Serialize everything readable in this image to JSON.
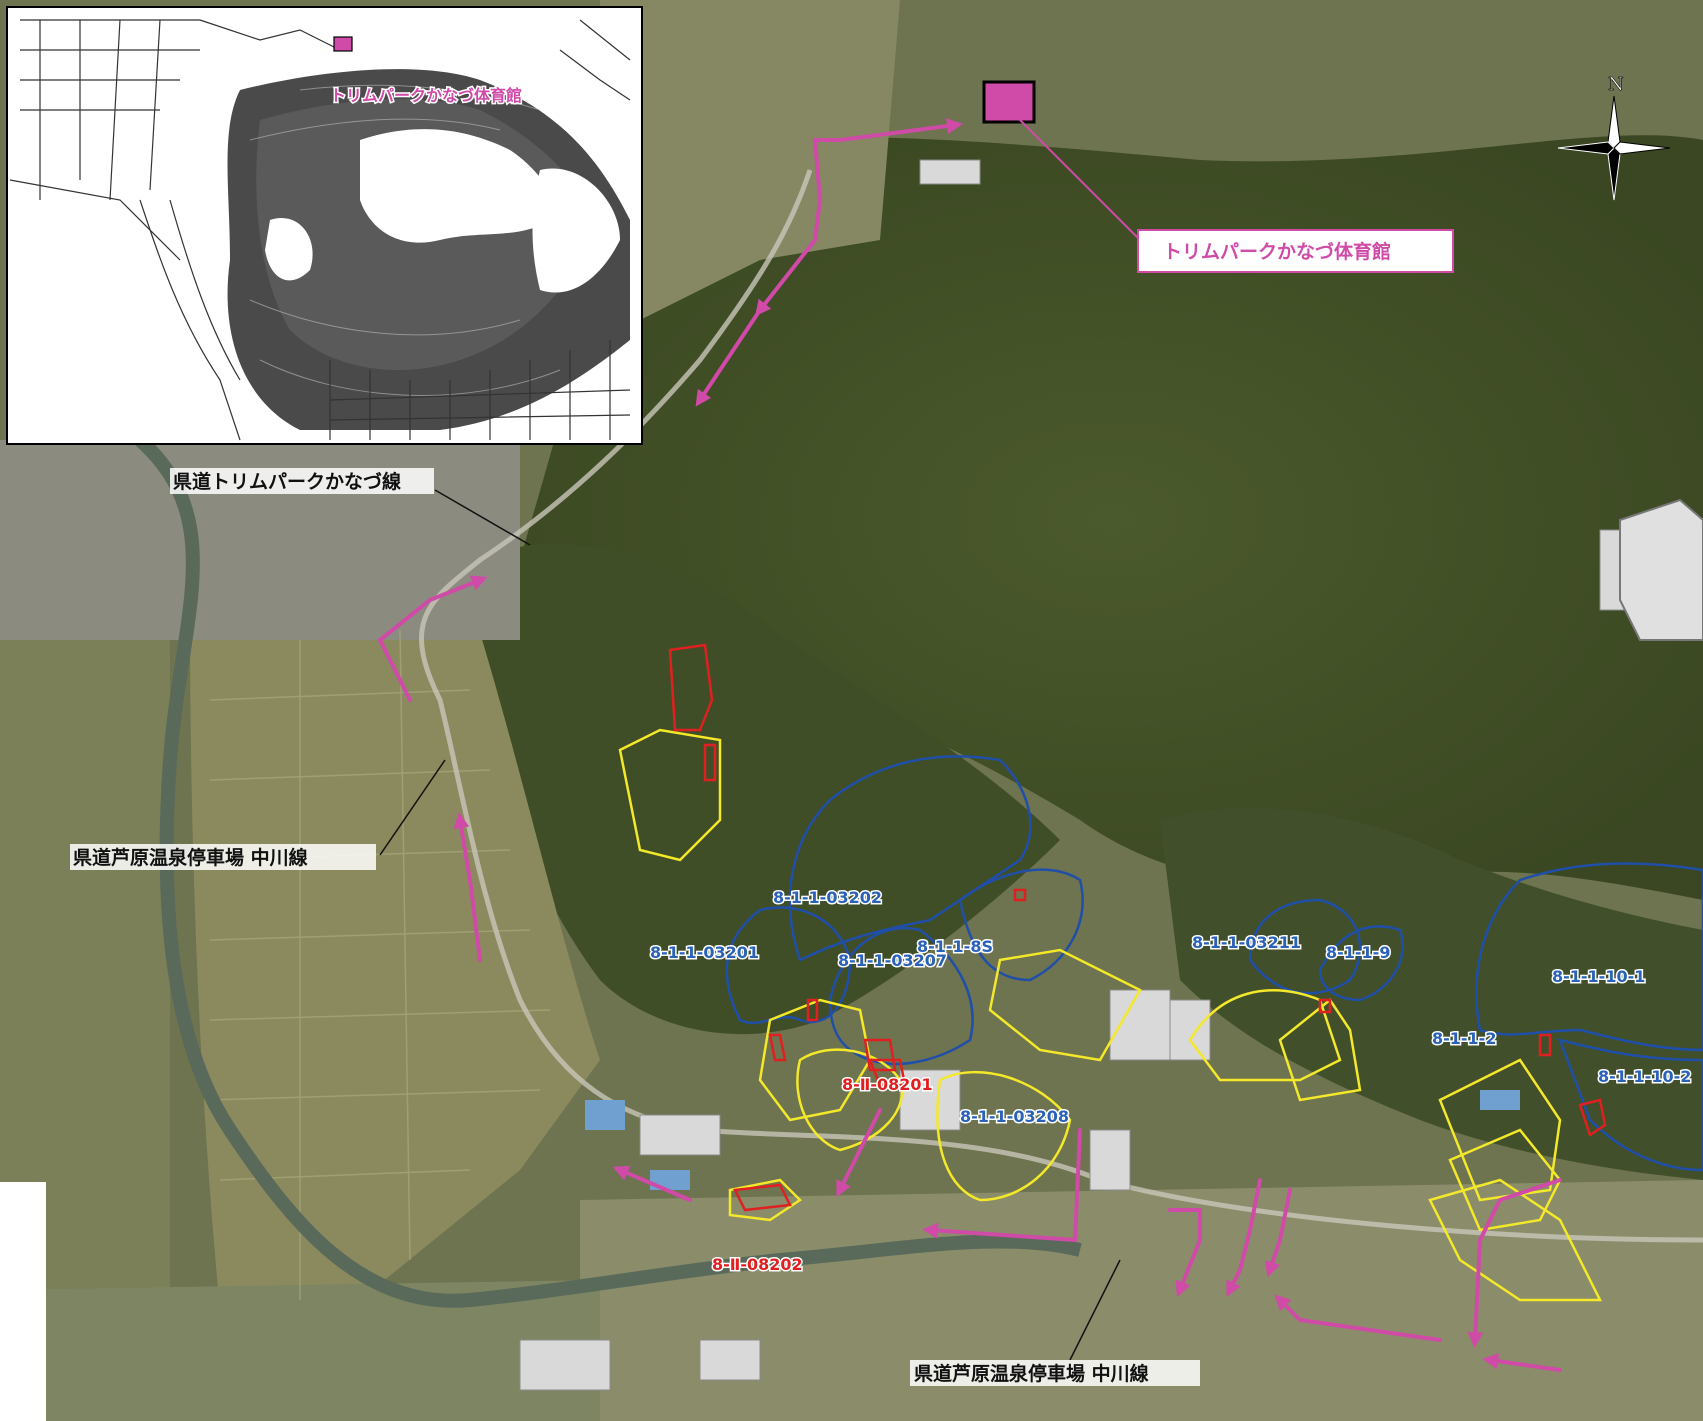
{
  "map": {
    "facility_label": "トリムパークかなづ体育館",
    "inset_facility_label": "トリムパークかなづ体育館",
    "compass_north": "N",
    "roads": {
      "trimpark_road": "県道トリムパークかなづ線",
      "ashihara_road_left": "県道芦原温泉停車場 中川線",
      "ashihara_road_bottom": "県道芦原温泉停車場 中川線"
    },
    "zones": {
      "z03202": "8-1-1-03202",
      "z8S": "8-1-1-8S",
      "z03201": "8-1-1-03201",
      "z03207": "8-1-1-03207",
      "z03211": "8-1-1-03211",
      "z9": "8-1-1-9",
      "z03208": "8-1-1-03208",
      "z10_1": "8-1-1-10-1",
      "z2": "8-1-1-2",
      "z10_2": "8-1-1-10-2",
      "zII08201": "8-Ⅱ-08201",
      "zII08202": "8-Ⅱ-08202"
    },
    "colors": {
      "route": "#d04aa8",
      "zone_blue": "#1f4fa8",
      "zone_yellow": "#f4e82a",
      "zone_red": "#e02020",
      "facility": "#d04aa8"
    }
  }
}
